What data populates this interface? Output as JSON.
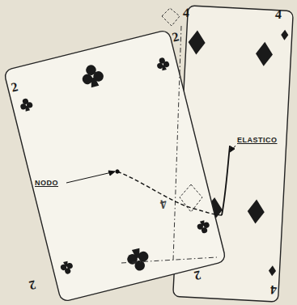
{
  "diagram": {
    "labels": [
      "4",
      "4",
      "2",
      "2",
      "ELASTICO",
      "NODO",
      "4",
      "2",
      "4",
      "2"
    ]
  }
}
